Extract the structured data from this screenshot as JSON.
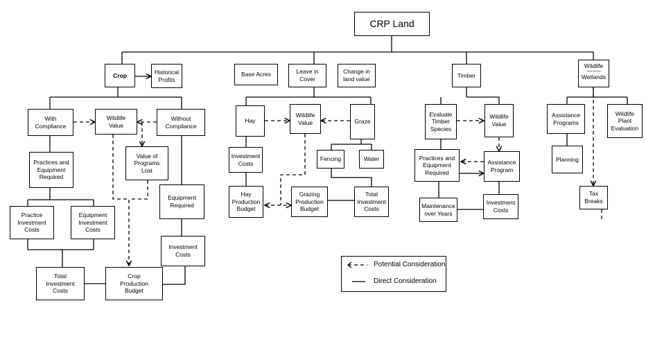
{
  "title": "CRP Land",
  "crop": {
    "crop": "Crop",
    "historical_profits": "Historical\nProfits",
    "with_compliance": "With\nCompliance",
    "wildlife_value": "Wildlife\nValue",
    "without_compliance": "Without\nCompliance",
    "value_programs_lost": "Value of\nPrograms\nLost",
    "practices_equipment_required": "Practices and\nEquipment\nRequired",
    "equipment_required": "Equipment\nRequired",
    "practice_investment_costs": "Practice\nInvestment\nCosts",
    "equipment_investment_costs": "Equipment\nInvestment\nCosts",
    "investment_costs": "Investment\nCosts",
    "total_investment_costs": "Total\nInvestment\nCosts",
    "crop_production_budget": "Crop\nProduction\nBudget"
  },
  "cover": {
    "base_acres": "Base Acres",
    "leave_in_cover": "Leave in\nCover",
    "change_land_value": "Change in\nland value",
    "hay": "Hay",
    "wildlife_value": "Wildlife\nValue",
    "graze": "Graze",
    "investment_costs": "Investment\nCosts",
    "fencing": "Fencing",
    "water": "Water",
    "hay_production_budget": "Hay\nProduction\nBudget",
    "grazing_production_budget": "Grazing\nProduction\nBudget",
    "total_investment_costs": "Total\nInvestment\nCosts"
  },
  "timber": {
    "timber": "Timber",
    "evaluate_timber_species": "Evaluate\nTimber\nSpecies",
    "wildlife_value": "Wildlife\nValue",
    "practices_equipment_required": "Practices and\nEquipment\nRequired",
    "assistance_program": "Assistance\nProgram",
    "maintenance_years": "Maintenance\nover Years",
    "investment_costs": "Investment\nCosts"
  },
  "wildlife": {
    "wildlife": "Wildlife",
    "wetlands": "Wetlands",
    "assistance_programs": "Assistance\nPrograms",
    "wildlife_plant_evaluation": "Wildlife\nPlant\nEvaluation",
    "planning": "Planning",
    "tax_breaks": "Tax\nBreaks"
  },
  "legend": {
    "potential": "Potential Consideration",
    "direct": "Direct Consideration"
  }
}
